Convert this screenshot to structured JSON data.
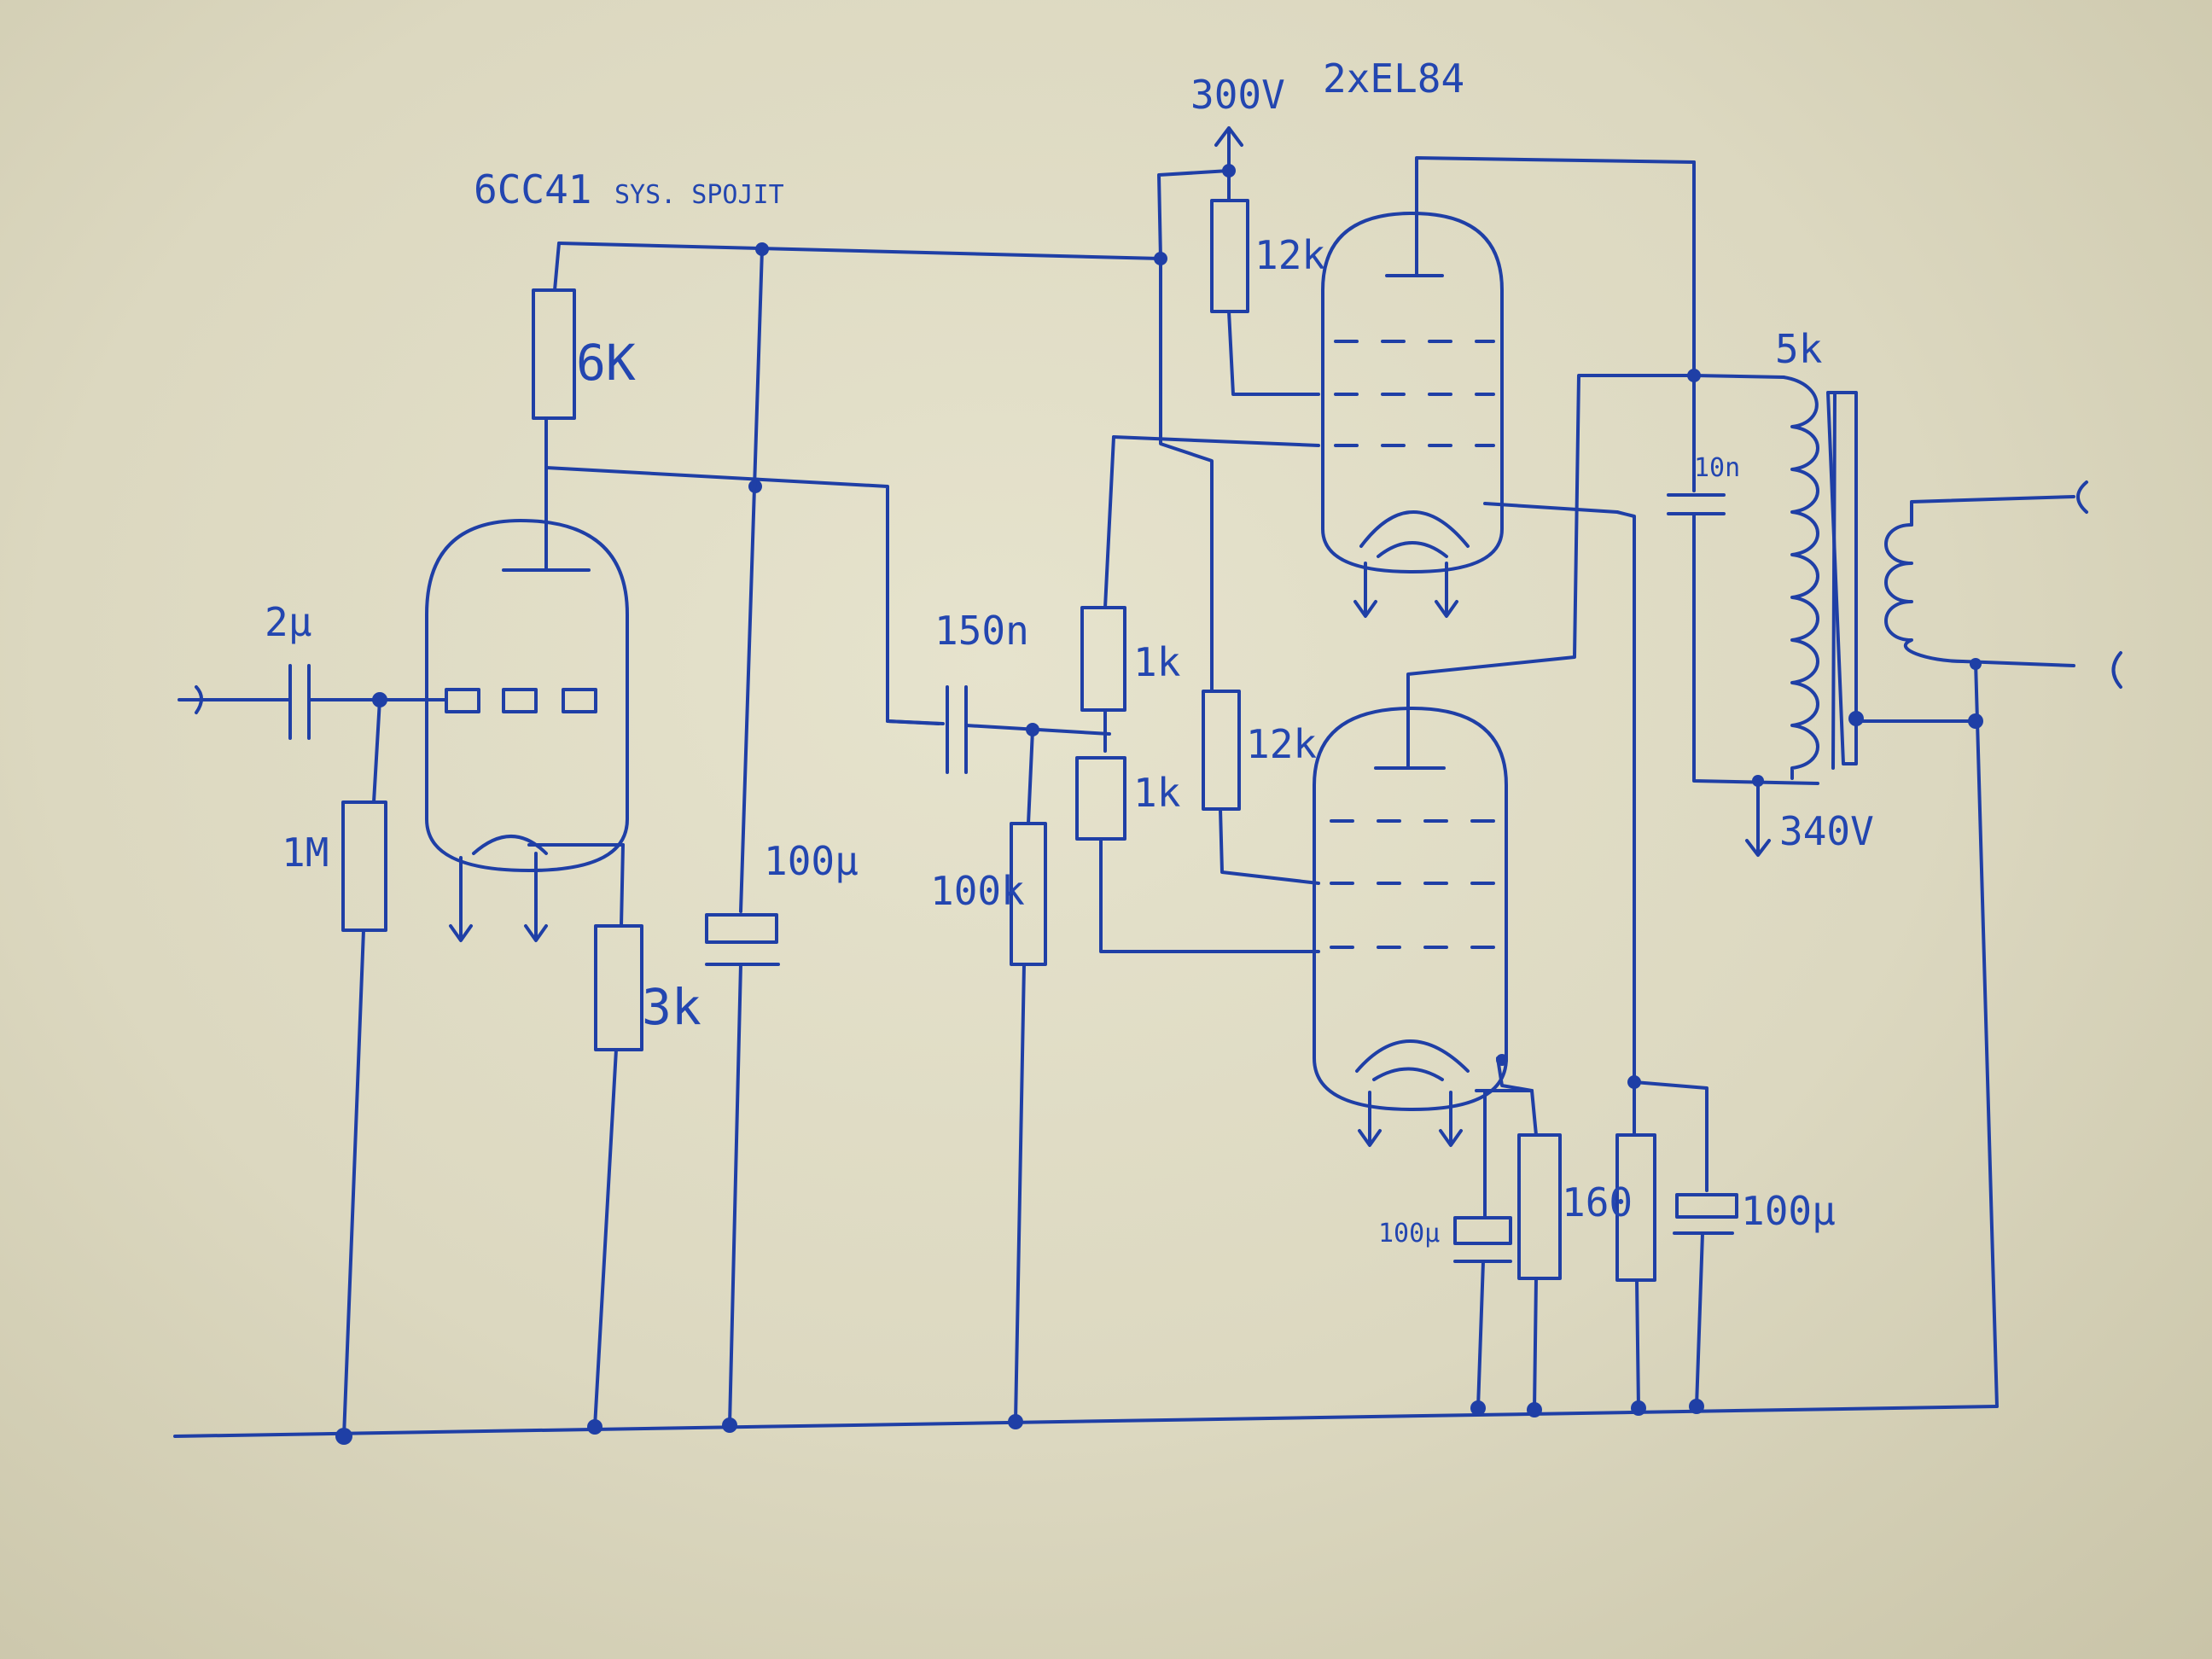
{
  "labels": {
    "tube_preamp": "6CC41",
    "tube_preamp_note": "SYS. SPOJIT",
    "supply_300": "300V",
    "tube_power": "2xEL84",
    "r_6k": "6K",
    "r_12k_top": "12k",
    "r_12k_mid": "12k",
    "c_2u": "2μ",
    "r_1m": "1M",
    "r_3k": "3k",
    "c_100u_left": "100μ",
    "c_150n": "150n",
    "r_100k": "100k",
    "r_1k_top": "1k",
    "r_1k_bot": "1k",
    "xfmr_5k": "5k",
    "c_10n": "10n",
    "supply_340": "340V",
    "c_100u_cathode": "100μ",
    "r_160": "160",
    "c_100u_right": "100μ"
  },
  "colors": {
    "ink": "#1f3fa6",
    "paper": "#e3e0ca"
  }
}
